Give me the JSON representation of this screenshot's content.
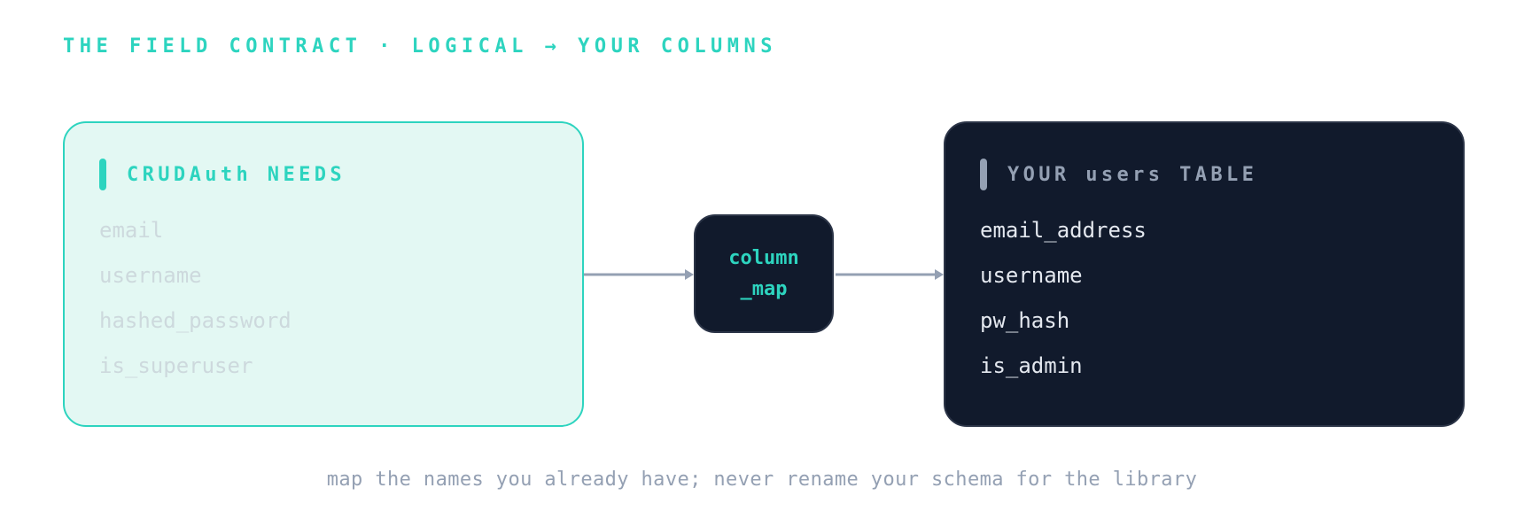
{
  "header": {
    "title": "THE FIELD CONTRACT · LOGICAL → YOUR COLUMNS"
  },
  "left_panel": {
    "title": "CRUDAuth NEEDS",
    "fields": [
      "email",
      "username",
      "hashed_password",
      "is_superuser"
    ]
  },
  "mapper": {
    "line1": "column",
    "line2": "_map"
  },
  "right_panel": {
    "title": "YOUR users TABLE",
    "fields": [
      "email_address",
      "username",
      "pw_hash",
      "is_admin"
    ]
  },
  "caption": "map the names you already have; never rename your schema for the library",
  "colors": {
    "accent": "#2dd4bf",
    "dark_panel": "#111a2c",
    "muted": "#94a0b3",
    "light_panel": "#e3f8f3"
  }
}
